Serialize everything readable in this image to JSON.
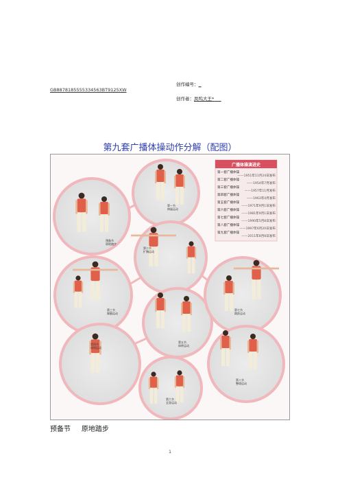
{
  "header": {
    "code_label": "创作编号：",
    "code_value": "GB8878185555334563BT9125XW",
    "author_label": "创作者：",
    "author_value": "凤呜大王*"
  },
  "document": {
    "title": "第九套广播体操动作分解（配图）",
    "caption_section": "预备节",
    "caption_text": "原地踏步",
    "page_number": "1"
  },
  "figure": {
    "history_title": "广播体操演进史",
    "history": [
      {
        "name": "第一套广播体操",
        "date": "——1951年11月24日发布"
      },
      {
        "name": "第二套广播体操",
        "date": "——1954年7月发布"
      },
      {
        "name": "第三套广播体操",
        "date": "——1957年11月发布"
      },
      {
        "name": "第四套广播体操",
        "date": "——1963年4月发布"
      },
      {
        "name": "第五套广播体操",
        "date": "——1971年9月1日发布"
      },
      {
        "name": "第六套广播体操",
        "date": "——1981年9月1日发布"
      },
      {
        "name": "第七套广播体操",
        "date": "——1990年5月8日发布"
      },
      {
        "name": "第八套广播体操",
        "date": "——1997年6月20日发布"
      },
      {
        "name": "第九套广播体操",
        "date": "——2011年8月8日发布"
      }
    ],
    "sections": [
      {
        "label1": "预备节",
        "label2": "原地踏步"
      },
      {
        "label1": "第一节",
        "label2": "伸展运动"
      },
      {
        "label1": "第二节",
        "label2": "扩胸运动"
      },
      {
        "label1": "第三节",
        "label2": "踢腿运动"
      },
      {
        "label1": "第四节",
        "label2": "体侧运动"
      },
      {
        "label1": "第五节",
        "label2": "体转运动"
      },
      {
        "label1": "第六节",
        "label2": "全身运动"
      },
      {
        "label1": "第七节",
        "label2": "跳跃运动"
      },
      {
        "label1": "第八节",
        "label2": "整理运动"
      }
    ],
    "colors": {
      "shirt": "#e0604a",
      "pants": "#f3ecd8",
      "ring": "#f0b8bc",
      "history_header": "#d85060"
    }
  }
}
